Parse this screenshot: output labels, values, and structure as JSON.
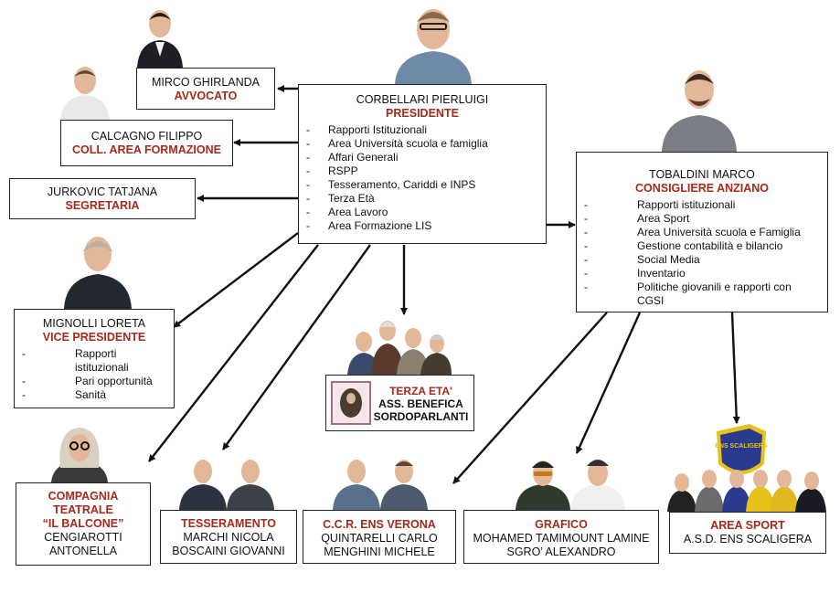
{
  "presidente": {
    "name": "CORBELLARI PIERLUIGI",
    "role": "PRESIDENTE",
    "items": [
      "Rapporti Istituzionali",
      "Area Università scuola e famiglia",
      "Affari Generali",
      "RSPP",
      "Tesseramento, Cariddi e INPS",
      "Terza Età",
      "Area Lavoro",
      "Area Formazione LIS"
    ]
  },
  "avvocato": {
    "name": "MIRCO GHIRLANDA",
    "role": "AVVOCATO"
  },
  "formazione": {
    "name": "CALCAGNO FILIPPO",
    "role": "COLL. AREA FORMAZIONE"
  },
  "segretaria": {
    "name": "JURKOVIC TATJANA",
    "role": "SEGRETARIA"
  },
  "consigliere": {
    "name": "TOBALDINI MARCO",
    "role": "CONSIGLIERE ANZIANO",
    "items": [
      "Rapporti istituzionali",
      "Area Sport",
      "Area Università scuola e Famiglia",
      "Gestione contabilità e bilancio",
      "Social Media",
      "Inventario",
      "Politiche giovanili e rapporti con CGSI"
    ]
  },
  "vice": {
    "name": "MIGNOLLI LORETA",
    "role": "VICE PRESIDENTE",
    "items": [
      "Rapporti istituzionali",
      "Pari opportunità",
      "Sanità"
    ]
  },
  "terza_eta": {
    "role": "TERZA ETA'",
    "line1": "ASS. BENEFICA",
    "line2": "SORDOPARLANTI"
  },
  "compagnia": {
    "role_lines": [
      "COMPAGNIA",
      "TEATRALE",
      "“IL BALCONE”"
    ],
    "name_lines": [
      "CENGIAROTTI",
      "ANTONELLA"
    ]
  },
  "tesseramento": {
    "role": "TESSERAMENTO",
    "names": [
      "MARCHI NICOLA",
      "BOSCAINI GIOVANNI"
    ]
  },
  "ccr": {
    "role": "C.C.R. ENS VERONA",
    "names": [
      "QUINTARELLI CARLO",
      "MENGHINI MICHELE"
    ]
  },
  "grafico": {
    "role": "GRAFICO",
    "names": [
      "MOHAMED TAMIMOUNT LAMINE",
      "SGRO’ ALEXANDRO"
    ]
  },
  "sport": {
    "role": "AREA SPORT",
    "names": [
      "A.S.D. ENS SCALIGERA"
    ],
    "logo_text": "ENS SCALIGERA"
  },
  "colors": {
    "accent": "#a52a1a",
    "border": "#222222",
    "logo_blue": "#2a3a8c",
    "logo_gold": "#e6c21a"
  }
}
